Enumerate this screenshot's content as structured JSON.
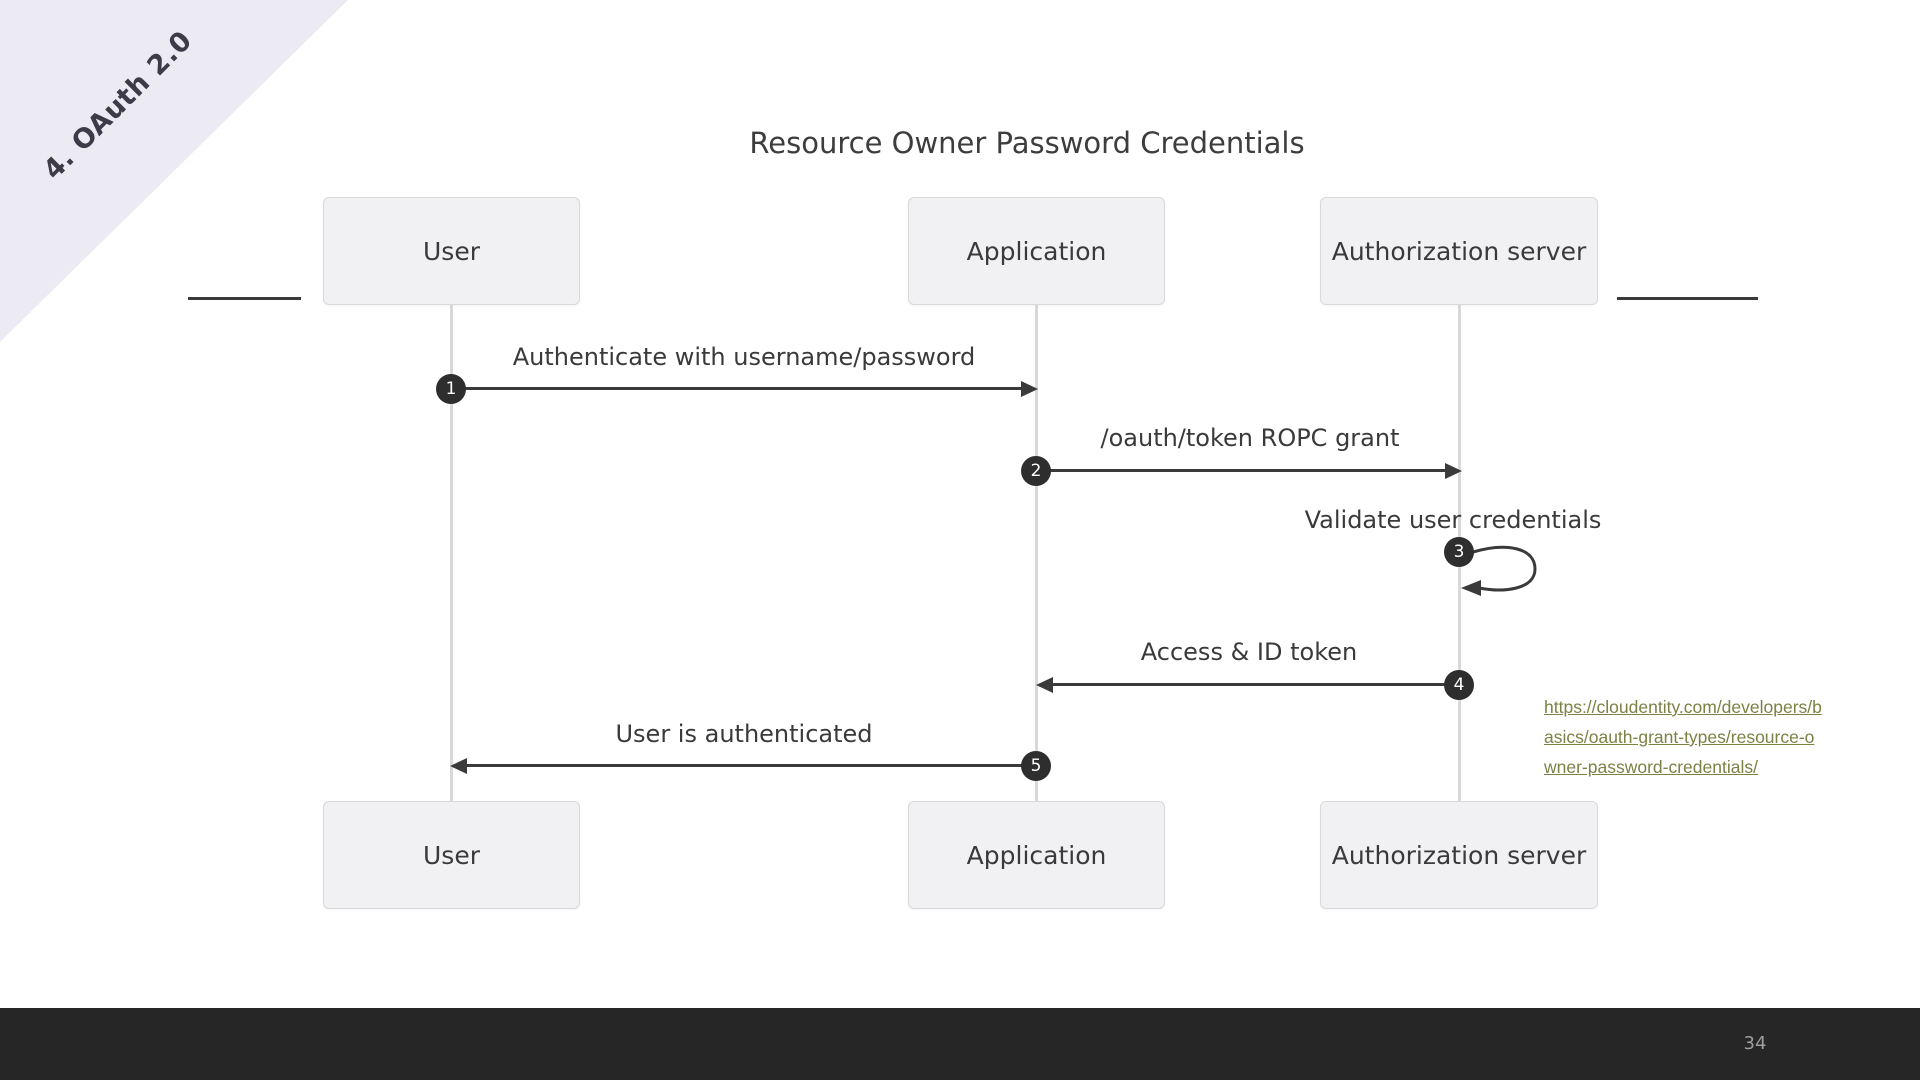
{
  "slide": {
    "ribbon_label": "4. OAuth 2.0",
    "title": "Resource Owner Password Credentials",
    "page_number": "34"
  },
  "actors": [
    {
      "id": "user",
      "label": "User"
    },
    {
      "id": "application",
      "label": "Application"
    },
    {
      "id": "auth_server",
      "label": "Authorization server"
    }
  ],
  "messages": [
    {
      "step": "1",
      "label": "Authenticate with username/password",
      "from": "user",
      "to": "application",
      "direction": "right"
    },
    {
      "step": "2",
      "label": "/oauth/token ROPC grant",
      "from": "application",
      "to": "auth_server",
      "direction": "right"
    },
    {
      "step": "3",
      "label": "Validate user credentials",
      "from": "auth_server",
      "to": "auth_server",
      "direction": "self"
    },
    {
      "step": "4",
      "label": "Access & ID token",
      "from": "auth_server",
      "to": "application",
      "direction": "left"
    },
    {
      "step": "5",
      "label": "User is authenticated",
      "from": "application",
      "to": "user",
      "direction": "left"
    }
  ],
  "link": {
    "text": "https://cloudentity.com/developers/basics/oauth-grant-types/resource-owner-password-credentials/",
    "lines": [
      "https://cloudentity.com/developers/b",
      "asics/oauth-grant-types/resource-o",
      "wner-password-credentials/"
    ]
  },
  "colors": {
    "ribbon": "#ecebf4",
    "box_fill": "#f1f1f3",
    "box_border": "#d9d9db",
    "arrow": "#3a3a3a",
    "badge": "#2e2e2e",
    "link": "#7d8144",
    "footer": "#262626"
  }
}
